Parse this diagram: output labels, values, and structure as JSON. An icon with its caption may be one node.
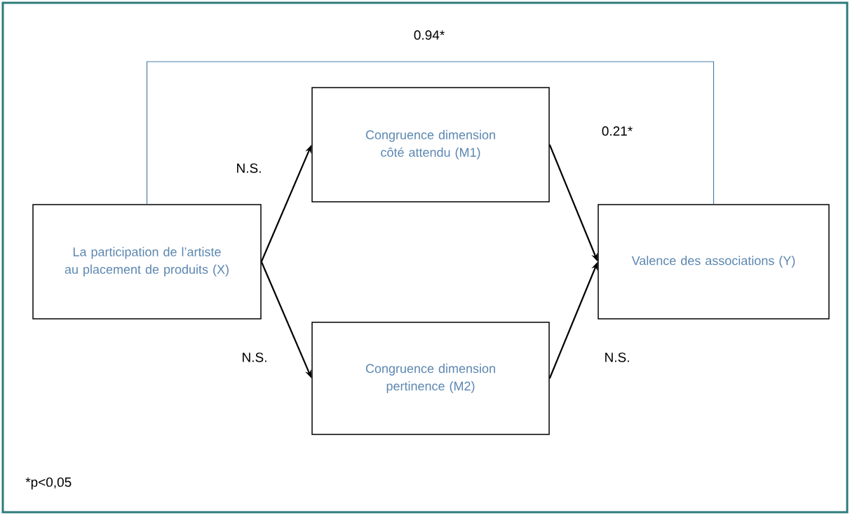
{
  "diagram": {
    "nodes": [
      {
        "text": [
          "La participation de l’artiste au placement de produits (X)"
        ]
      },
      {
        "text": [
          "Congruence dimension côté attendu (M1)"
        ]
      },
      {
        "text": [
          "Congruence dimension pertinence (M2)"
        ]
      },
      {
        "text": [
          "Valence des associations (Y)"
        ]
      }
    ],
    "edges": [
      {
        "from": 0,
        "to": 3,
        "arrow": "none",
        "label": "0.94*",
        "color": "#4a7fa5"
      },
      {
        "from": 0,
        "to": 1,
        "arrow": "to",
        "label": "N.S."
      },
      {
        "from": 1,
        "to": 3,
        "arrow": "to",
        "label": "0.21*"
      },
      {
        "from": 0,
        "to": 2,
        "arrow": "to",
        "label": "N.S."
      },
      {
        "from": 2,
        "to": 3,
        "arrow": "to",
        "label": "N.S."
      }
    ],
    "labels": [
      "*p<0,05"
    ]
  }
}
